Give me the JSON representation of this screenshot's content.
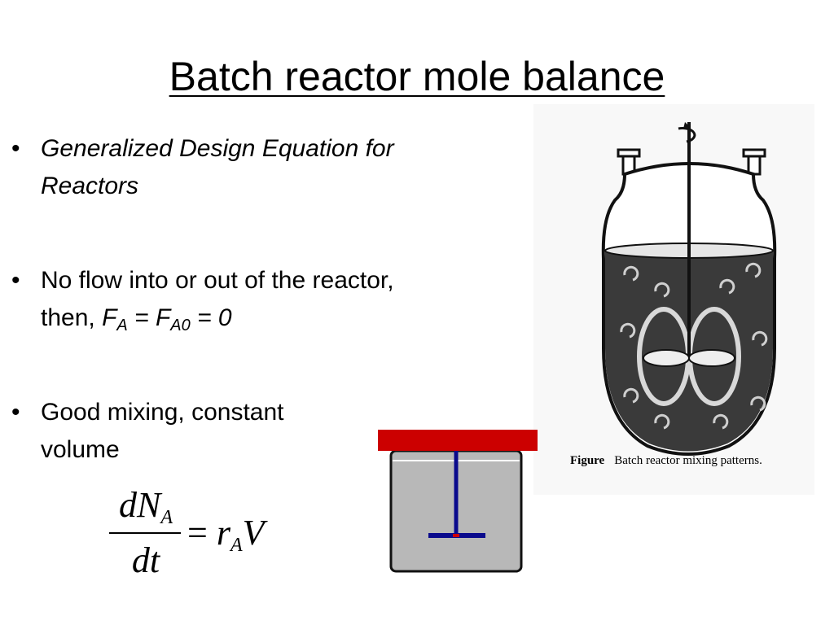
{
  "slide": {
    "title": "Batch reactor mole balance",
    "bullets": [
      {
        "marker": "•",
        "text": "Generalized Design Equation for Reactors"
      },
      {
        "marker": "•",
        "text_before": "No flow into or out of the reactor, then, ",
        "f_symbol": "F",
        "f_sub": "A",
        "equals1": " = ",
        "f0_symbol": "F",
        "f0_sub": "A0",
        "equals2": " = 0"
      },
      {
        "marker": "•",
        "text": "Good mixing, constant volume"
      }
    ],
    "formula": {
      "num_main": "dN",
      "num_sub": "A",
      "den": "dt",
      "equals": "=",
      "r": "r",
      "r_sub": "A",
      "v": "V"
    }
  },
  "figure": {
    "caption_label": "Figure",
    "caption_text": "Batch reactor mixing patterns."
  },
  "colors": {
    "schematic_lid": "#cc0000",
    "schematic_body": "#b8b8b8",
    "impeller": "#0a0a8c"
  }
}
